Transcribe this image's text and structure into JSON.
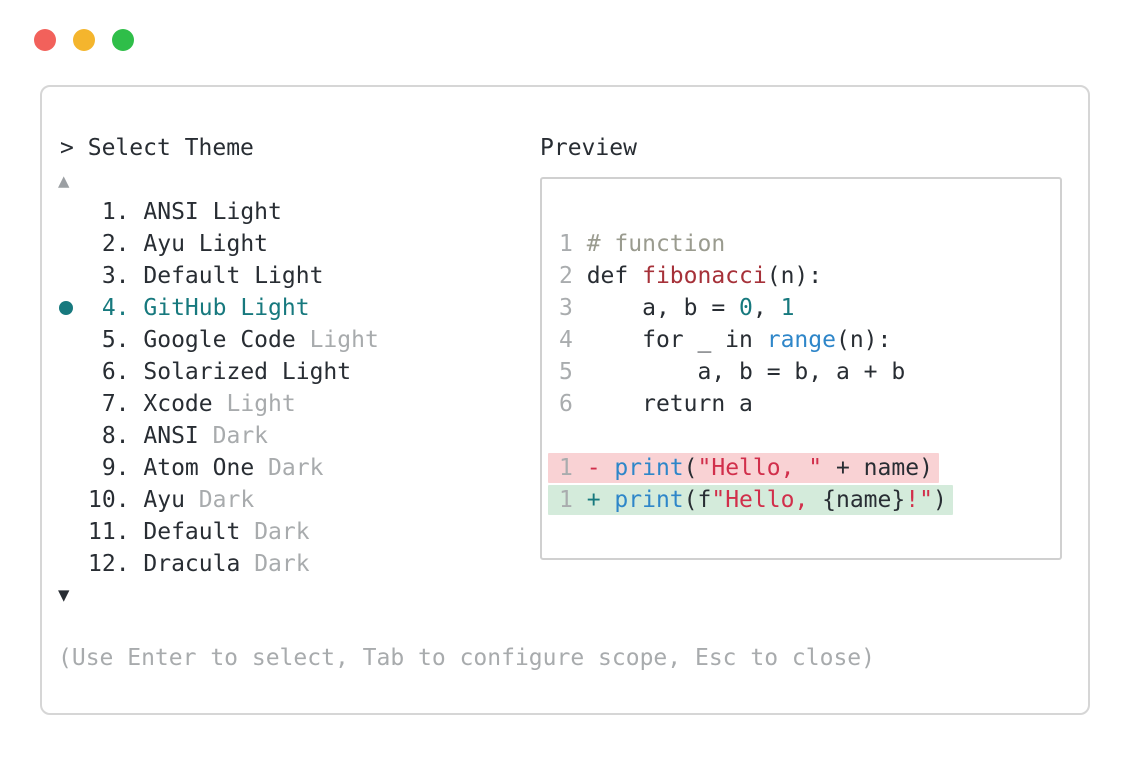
{
  "window": {
    "traffic_lights": [
      {
        "name": "close-button",
        "color": "#F2615B"
      },
      {
        "name": "minimize-button",
        "color": "#F4B52D"
      },
      {
        "name": "zoom-button",
        "color": "#2FBE49"
      }
    ]
  },
  "colors": {
    "text_dark": "#282D33",
    "muted_gray": "#A8ABAD",
    "arrow_dim": "#9B9FA3",
    "linenum_gray": "#A9ACAE",
    "accent_teal": "#17797E",
    "func_red": "#A63139",
    "string_crimson": "#D12F4B",
    "builtin_blue": "#2E86C9",
    "comment_gray": "#9A9B8F",
    "removed_bg": "#F9D2D4",
    "added_bg": "#D4EBDB",
    "panel_border": "#D6D6D6",
    "preview_border": "#D0D0D0"
  },
  "selector": {
    "prompt_prefix": ">",
    "title": "Select Theme",
    "scroll_up_glyph": "▲",
    "scroll_down_glyph": "▼",
    "items": [
      {
        "number": "1.",
        "name": "ANSI",
        "variant": "Light",
        "variant_muted": false,
        "selected": false
      },
      {
        "number": "2.",
        "name": "Ayu",
        "variant": "Light",
        "variant_muted": false,
        "selected": false
      },
      {
        "number": "3.",
        "name": "Default",
        "variant": "Light",
        "variant_muted": false,
        "selected": false
      },
      {
        "number": "4.",
        "name": "GitHub",
        "variant": "Light",
        "variant_muted": false,
        "selected": true
      },
      {
        "number": "5.",
        "name": "Google Code",
        "variant": "Light",
        "variant_muted": true,
        "selected": false
      },
      {
        "number": "6.",
        "name": "Solarized",
        "variant": "Light",
        "variant_muted": false,
        "selected": false
      },
      {
        "number": "7.",
        "name": "Xcode",
        "variant": "Light",
        "variant_muted": true,
        "selected": false
      },
      {
        "number": "8.",
        "name": "ANSI",
        "variant": "Dark",
        "variant_muted": true,
        "selected": false
      },
      {
        "number": "9.",
        "name": "Atom One",
        "variant": "Dark",
        "variant_muted": true,
        "selected": false
      },
      {
        "number": "10.",
        "name": "Ayu",
        "variant": "Dark",
        "variant_muted": true,
        "selected": false
      },
      {
        "number": "11.",
        "name": "Default",
        "variant": "Dark",
        "variant_muted": true,
        "selected": false
      },
      {
        "number": "12.",
        "name": "Dracula",
        "variant": "Dark",
        "variant_muted": true,
        "selected": false
      }
    ],
    "help_text": "(Use Enter to select, Tab to configure scope, Esc to close)"
  },
  "preview": {
    "label": "Preview",
    "code_lines": [
      {
        "num": "1",
        "diff": null,
        "tokens": [
          [
            "# function",
            "comment"
          ]
        ]
      },
      {
        "num": "2",
        "diff": null,
        "tokens": [
          [
            "def ",
            "plain"
          ],
          [
            "fibonacci",
            "function"
          ],
          [
            "(n):",
            "plain"
          ]
        ]
      },
      {
        "num": "3",
        "diff": null,
        "tokens": [
          [
            "    a, b = ",
            "plain"
          ],
          [
            "0",
            "number"
          ],
          [
            ", ",
            "plain"
          ],
          [
            "1",
            "number"
          ]
        ]
      },
      {
        "num": "4",
        "diff": null,
        "tokens": [
          [
            "    for _ in ",
            "plain"
          ],
          [
            "range",
            "builtin"
          ],
          [
            "(n):",
            "plain"
          ]
        ]
      },
      {
        "num": "5",
        "diff": null,
        "tokens": [
          [
            "        a, b = b, a + b",
            "plain"
          ]
        ]
      },
      {
        "num": "6",
        "diff": null,
        "tokens": [
          [
            "    return a",
            "plain"
          ]
        ]
      },
      {
        "num": "",
        "diff": null,
        "tokens": []
      },
      {
        "num": "1",
        "diff": "removed",
        "tokens": [
          [
            "- ",
            "string"
          ],
          [
            "print",
            "builtin"
          ],
          [
            "(",
            "plain"
          ],
          [
            "\"Hello, \"",
            "string"
          ],
          [
            " + name)",
            "plain"
          ]
        ]
      },
      {
        "num": "1",
        "diff": "added",
        "tokens": [
          [
            "+ ",
            "number"
          ],
          [
            "print",
            "builtin"
          ],
          [
            "(f",
            "plain"
          ],
          [
            "\"Hello, ",
            "string"
          ],
          [
            "{name}",
            "plain"
          ],
          [
            "!\"",
            "string"
          ],
          [
            ")",
            "plain"
          ]
        ]
      }
    ]
  }
}
